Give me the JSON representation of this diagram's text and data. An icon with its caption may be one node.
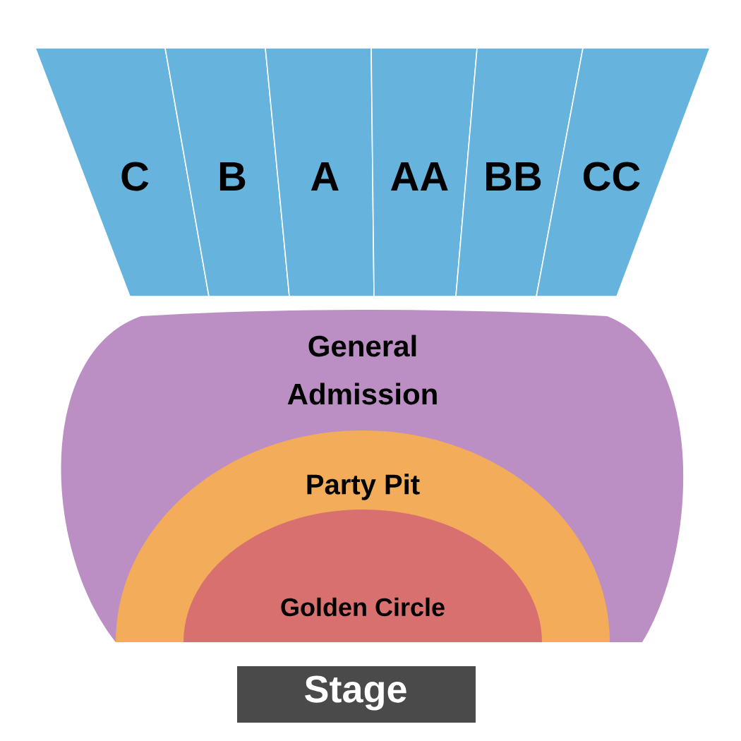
{
  "diagram": {
    "nodes": [
      {
        "text": [
          "C"
        ]
      },
      {
        "text": [
          "B"
        ]
      },
      {
        "text": [
          "A"
        ]
      },
      {
        "text": [
          "AA"
        ]
      },
      {
        "text": [
          "BB"
        ]
      },
      {
        "text": [
          "CC"
        ]
      },
      {
        "text": [
          "General Admission"
        ]
      },
      {
        "text": [
          "Party Pit"
        ],
        "in": 6
      },
      {
        "text": [
          "Golden Circle"
        ],
        "in": 7
      },
      {
        "text": [
          "Stage"
        ]
      }
    ]
  }
}
